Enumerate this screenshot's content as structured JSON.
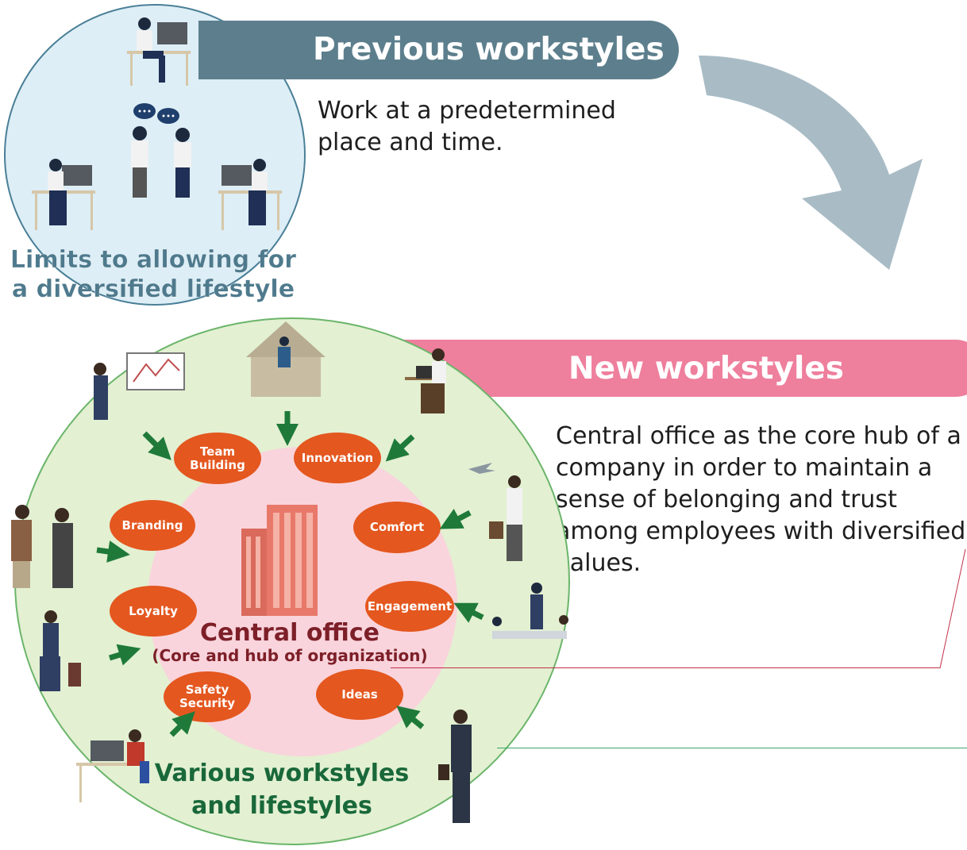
{
  "previous": {
    "title": "Previous workstyles",
    "description": "Work at a predetermined place and time.",
    "caption_line1": "Limits to allowing for",
    "caption_line2": "a diversified lifestyle"
  },
  "new": {
    "title": "New workstyles",
    "description_lines": [
      "Central office as the core hub of a",
      "company in order to maintain a",
      "sense of belonging and trust",
      "among employees with diversified",
      "values."
    ]
  },
  "diagram": {
    "center_title": "Central office",
    "center_subtitle": "(Core and hub of organization)",
    "outer_caption_line1": "Various workstyles",
    "outer_caption_line2": "and lifestyles",
    "ovals": [
      {
        "label": "Team\nBuilding"
      },
      {
        "label": "Innovation"
      },
      {
        "label": "Branding"
      },
      {
        "label": "Comfort"
      },
      {
        "label": "Loyalty"
      },
      {
        "label": "Engagement"
      },
      {
        "label": "Safety\nSecurity"
      },
      {
        "label": "Ideas"
      }
    ]
  },
  "colors": {
    "previous_banner": "#5d7f8d",
    "new_banner": "#ee7f9d",
    "oval": "#e4571f",
    "outer_circle": "#e3f0d2",
    "inner_circle": "#f9d4dc",
    "arrow_green": "#1f7a3a",
    "big_arrow": "#a9bcc6"
  }
}
